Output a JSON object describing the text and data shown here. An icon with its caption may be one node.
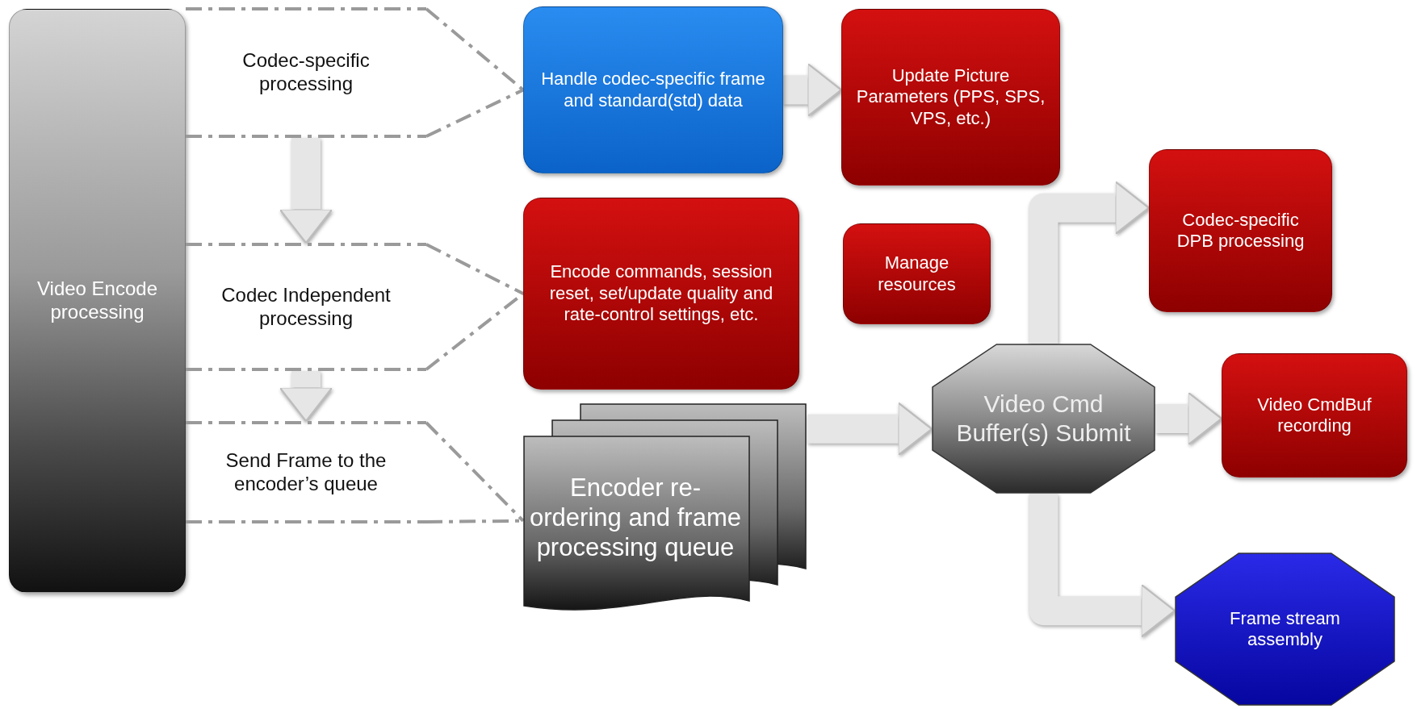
{
  "diagram": {
    "nodes": [
      {
        "text": [
          "Video Encode processing"
        ]
      },
      {
        "text": [
          "Codec-specific processing"
        ]
      },
      {
        "text": [
          "Codec Independent processing"
        ]
      },
      {
        "text": [
          "Send Frame to the encoder’s queue"
        ]
      },
      {
        "text": [
          "Handle codec-specific frame and standard(std) data"
        ]
      },
      {
        "text": [
          "Update Picture Parameters (PPS, SPS, VPS, etc.)"
        ]
      },
      {
        "text": [
          "Encode commands, session reset, set/update quality and rate-control settings, etc."
        ]
      },
      {
        "text": [
          "Manage resources"
        ]
      },
      {
        "text": [
          "Encoder re-ordering and frame processing queue"
        ]
      },
      {
        "text": [
          "Video Cmd Buffer(s) Submit"
        ]
      },
      {
        "text": [
          "Codec-specific DPB processing"
        ]
      },
      {
        "text": [
          "Video CmdBuf recording"
        ]
      },
      {
        "text": [
          "Frame stream assembly"
        ]
      }
    ],
    "edges": [
      {
        "from": 1,
        "to": 2,
        "arrow": "to"
      },
      {
        "from": 2,
        "to": 3,
        "arrow": "to"
      },
      {
        "from": 1,
        "to": 4,
        "arrow": "none",
        "style": "dashed"
      },
      {
        "from": 2,
        "to": 6,
        "arrow": "none",
        "style": "dashed"
      },
      {
        "from": 3,
        "to": 8,
        "arrow": "none",
        "style": "dashed"
      },
      {
        "from": 4,
        "to": 5,
        "arrow": "to"
      },
      {
        "from": 8,
        "to": 9,
        "arrow": "to"
      },
      {
        "from": 9,
        "to": 10,
        "arrow": "to"
      },
      {
        "from": 9,
        "to": 11,
        "arrow": "to"
      },
      {
        "from": 9,
        "to": 12,
        "arrow": "to"
      }
    ]
  }
}
